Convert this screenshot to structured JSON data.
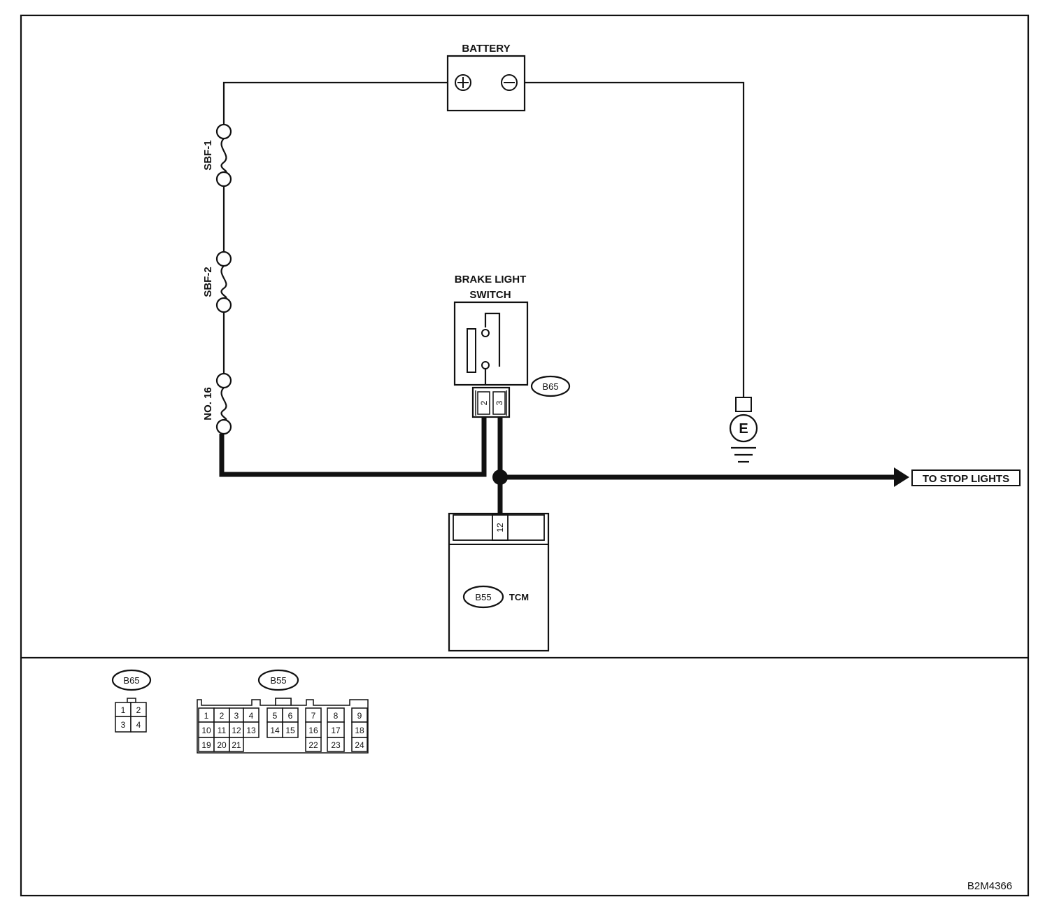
{
  "components": {
    "battery": {
      "label": "BATTERY",
      "plus": "+",
      "minus": "−"
    },
    "fuse1": "SBF-1",
    "fuse2": "SBF-2",
    "fuse3": "NO. 16",
    "switch": {
      "line1": "BRAKE LIGHT",
      "line2": "SWITCH",
      "connector": "B65",
      "pin_a": "2",
      "pin_b": "3"
    },
    "ground": "E",
    "stop_lights": "TO STOP LIGHTS",
    "tcm": {
      "connector": "B55",
      "label": "TCM",
      "pin": "12"
    }
  },
  "connectors": {
    "b65": {
      "name": "B65",
      "pins": [
        "1",
        "2",
        "3",
        "4"
      ]
    },
    "b55": {
      "name": "B55",
      "pins": [
        "1",
        "2",
        "3",
        "4",
        "5",
        "6",
        "7",
        "8",
        "9",
        "10",
        "11",
        "12",
        "13",
        "14",
        "15",
        "16",
        "17",
        "18",
        "19",
        "20",
        "21",
        "22",
        "23",
        "24"
      ]
    }
  },
  "figure_id": "B2M4366"
}
